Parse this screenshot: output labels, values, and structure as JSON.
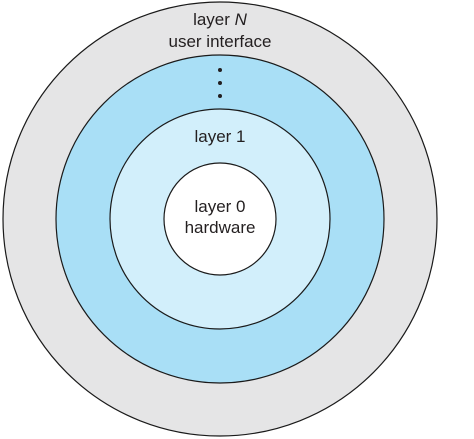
{
  "colors": {
    "outer_ring": "#e5e5e6",
    "second_ring": "#a9dff6",
    "third_ring": "#d2effb",
    "core": "#ffffff",
    "stroke": "#1a1a1a",
    "text": "#231f20"
  },
  "layers": {
    "outer": {
      "title_prefix": "layer ",
      "title_var": "N",
      "subtitle": "user interface"
    },
    "middle": {
      "title": "layer 1"
    },
    "core": {
      "title": "layer 0",
      "subtitle": "hardware"
    }
  }
}
